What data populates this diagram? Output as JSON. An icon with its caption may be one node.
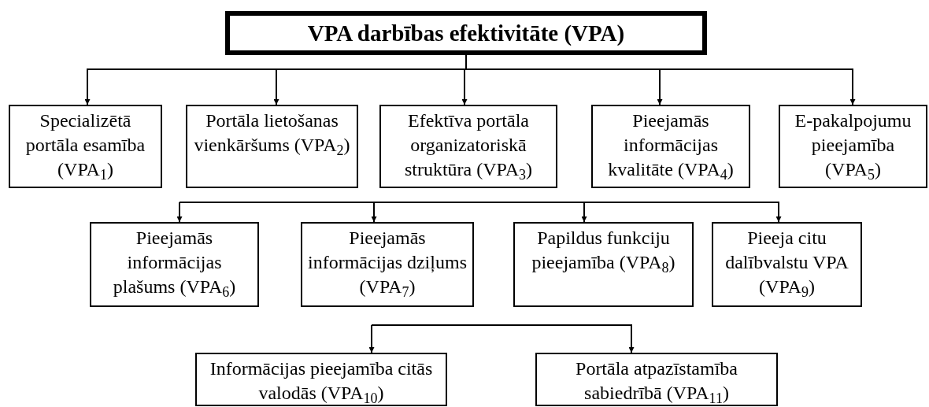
{
  "diagram": {
    "nodes": [
      {
        "text": [
          "VPA darbības efektivitāte (VPA)"
        ]
      },
      {
        "text": [
          "Specializētā portāla esamība (VPA$_{1}$)"
        ]
      },
      {
        "text": [
          "Portāla lietošanas vienkāršums (VPA$_{2}$)"
        ]
      },
      {
        "text": [
          "Efektīva portāla organizatoriskā struktūra (VPA$_{3}$)"
        ]
      },
      {
        "text": [
          "Pieejamās informācijas kvalitāte (VPA$_{4}$)"
        ]
      },
      {
        "text": [
          "E-pakalpojumu pieejamība (VPA$_{5}$)"
        ]
      },
      {
        "text": [
          "Pieejamās informācijas plašums (VPA$_{6}$)"
        ]
      },
      {
        "text": [
          "Pieejamās informācijas dziļums (VPA$_{7}$)"
        ]
      },
      {
        "text": [
          "Papildus funkciju pieejamība (VPA$_{8}$)"
        ]
      },
      {
        "text": [
          "Pieeja citu dalībvalstu VPA (VPA$_{9}$)"
        ]
      },
      {
        "text": [
          "Informācijas pieejamība citās valodās (VPA$_{10}$)"
        ]
      },
      {
        "text": [
          "Portāla atpazīstamība sabiedrībā (VPA$_{11}$)"
        ]
      }
    ],
    "edges": [
      {
        "from": 0,
        "to": 1,
        "arrow": "to"
      },
      {
        "from": 0,
        "to": 2,
        "arrow": "to"
      },
      {
        "from": 0,
        "to": 3,
        "arrow": "to"
      },
      {
        "from": 0,
        "to": 4,
        "arrow": "to"
      },
      {
        "from": 0,
        "to": 5,
        "arrow": "to"
      },
      {
        "from": null,
        "to": 6,
        "arrow": "to"
      },
      {
        "from": null,
        "to": 7,
        "arrow": "to"
      },
      {
        "from": null,
        "to": 8,
        "arrow": "to"
      },
      {
        "from": null,
        "to": 9,
        "arrow": "to"
      },
      {
        "from": null,
        "to": 10,
        "arrow": "to"
      },
      {
        "from": null,
        "to": 11,
        "arrow": "to"
      }
    ]
  }
}
